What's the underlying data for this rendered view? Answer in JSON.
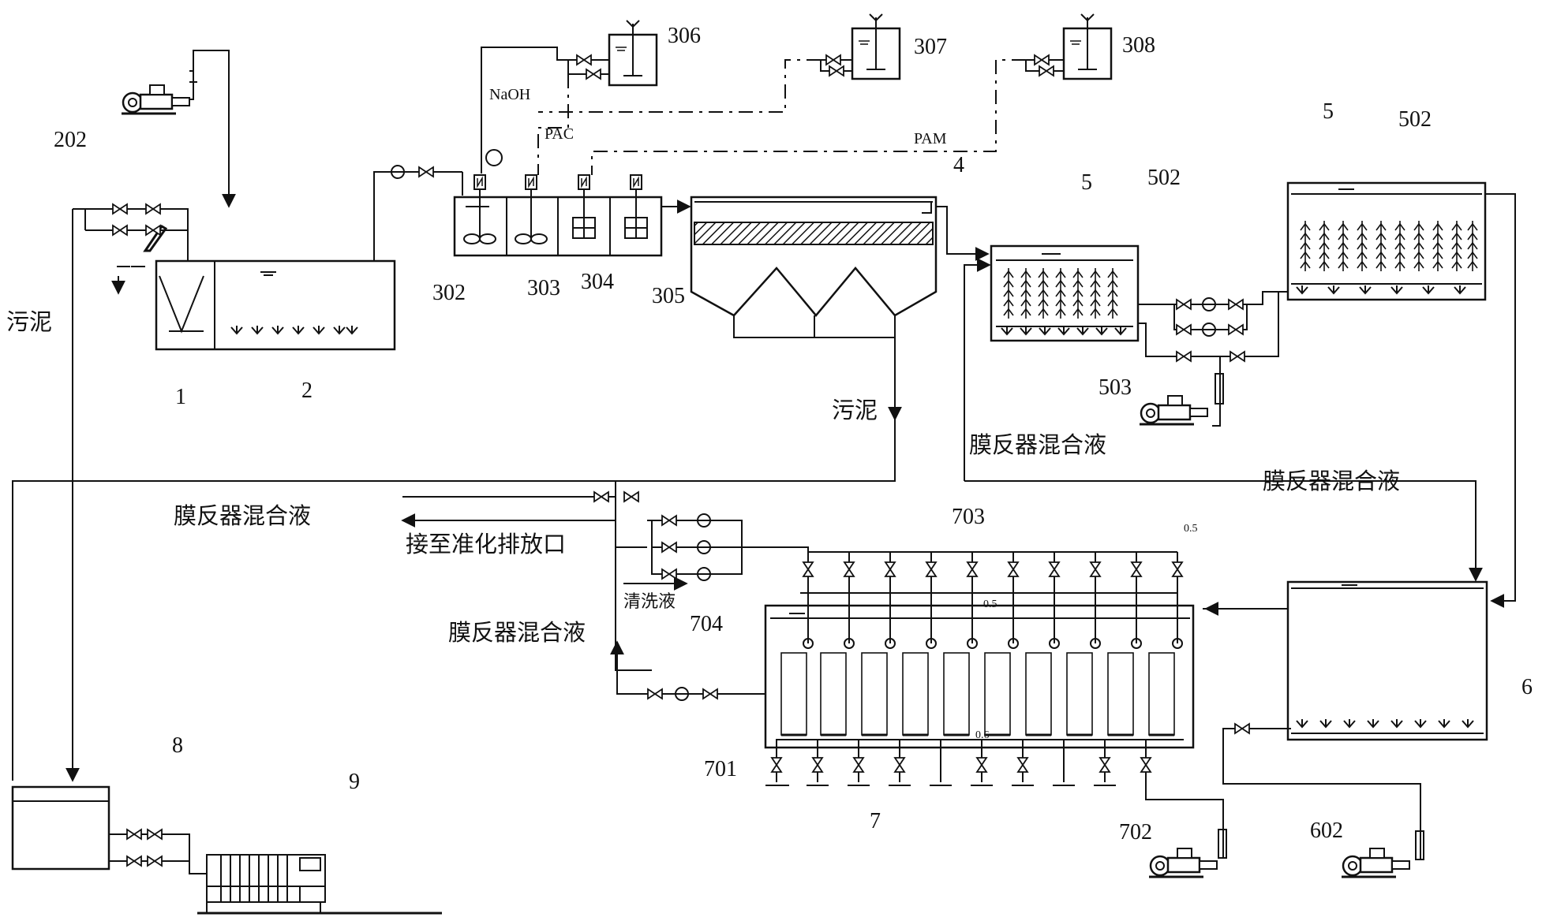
{
  "labels": {
    "n1": "1",
    "n2": "2",
    "n202": "202",
    "n302": "302",
    "n303": "303",
    "n304": "304",
    "n305": "305",
    "n306": "306",
    "n307": "307",
    "n308": "308",
    "n4": "4",
    "n5a": "5",
    "n502a": "502",
    "n5b": "5",
    "n502b": "502",
    "n503": "503",
    "n6": "6",
    "n602": "602",
    "n7": "7",
    "n701": "701",
    "n702": "702",
    "n703": "703",
    "n704": "704",
    "n8": "8",
    "n9": "9"
  },
  "chem": {
    "naoh": "NaOH",
    "pac": "PAC",
    "pam": "PAM"
  },
  "text": {
    "sludge_left": "污泥",
    "sludge_mid": "污泥",
    "mix_liquid_a": "膜反器混合液",
    "mix_liquid_b": "膜反器混合液",
    "mix_liquid_c": "膜反器混合液",
    "mix_liquid_d": "膜反器混合液",
    "discharge": "接至准化排放口",
    "cleaning": "清洗液"
  },
  "minor": {
    "v_05a": "0.5",
    "v_05b": "0.5",
    "v_06": "0.6"
  }
}
